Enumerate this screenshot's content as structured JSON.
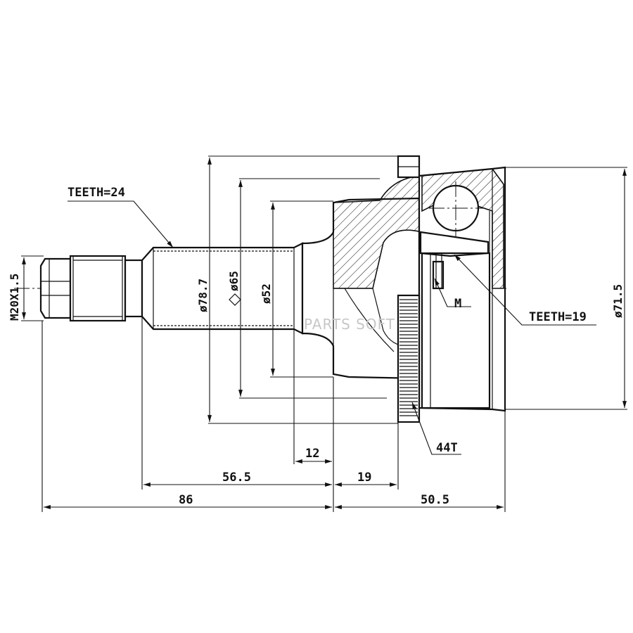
{
  "labels": {
    "teeth_outer": "TEETH=24",
    "teeth_inner": "TEETH=19",
    "thread": "M20X1.5",
    "dia_78": "ø78.7",
    "dia_65": "ø65",
    "dia_52": "ø52",
    "dia_71": "ø71.5",
    "m_mark": "M",
    "abs_teeth": "44T",
    "len_12": "12",
    "len_56": "56.5",
    "len_19": "19",
    "len_86": "86",
    "len_50": "50.5",
    "watermark": "PARTS SOFT"
  }
}
